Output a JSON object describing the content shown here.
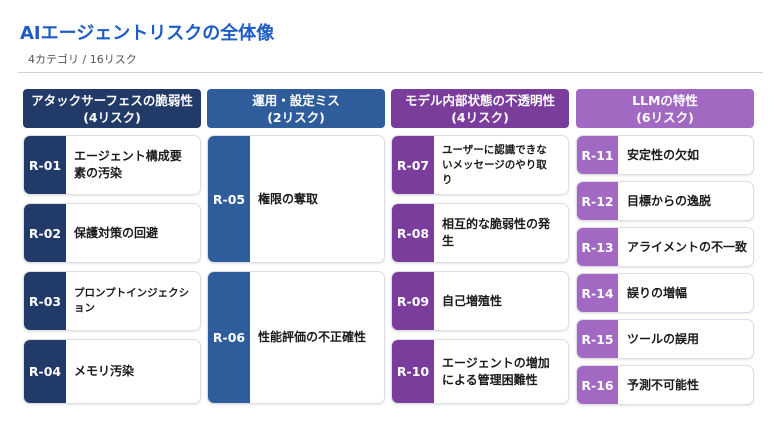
{
  "header": {
    "title": "AIエージェントリスクの全体像",
    "subtitle": "4カテゴリ / 16リスク"
  },
  "categories": [
    {
      "name": "アタックサーフェスの脆弱性",
      "count": "(4リスク)",
      "color": "#213a67",
      "risks": [
        {
          "id": "R-01",
          "label": "エージェント構成要素の汚染"
        },
        {
          "id": "R-02",
          "label": "保護対策の回避"
        },
        {
          "id": "R-03",
          "label": "プロンプトインジェクション"
        },
        {
          "id": "R-04",
          "label": "メモリ汚染"
        }
      ]
    },
    {
      "name": "運用・設定ミス",
      "count": "(2リスク)",
      "color": "#2f5d9b",
      "risks": [
        {
          "id": "R-05",
          "label": "権限の奪取"
        },
        {
          "id": "R-06",
          "label": "性能評価の不正確性"
        }
      ]
    },
    {
      "name": "モデル内部状態の不透明性",
      "count": "(4リスク)",
      "color": "#7a3d9c",
      "risks": [
        {
          "id": "R-07",
          "label": "ユーザーに認識できないメッセージのやり取り"
        },
        {
          "id": "R-08",
          "label": "相互的な脆弱性の発生"
        },
        {
          "id": "R-09",
          "label": "自己増殖性"
        },
        {
          "id": "R-10",
          "label": "エージェントの増加による管理困難性"
        }
      ]
    },
    {
      "name": "LLMの特性",
      "count": "(6リスク)",
      "color": "#a169c1",
      "risks": [
        {
          "id": "R-11",
          "label": "安定性の欠如"
        },
        {
          "id": "R-12",
          "label": "目標からの逸脱"
        },
        {
          "id": "R-13",
          "label": "アライメントの不一致"
        },
        {
          "id": "R-14",
          "label": "誤りの増幅"
        },
        {
          "id": "R-15",
          "label": "ツールの誤用"
        },
        {
          "id": "R-16",
          "label": "予測不可能性"
        }
      ]
    }
  ]
}
